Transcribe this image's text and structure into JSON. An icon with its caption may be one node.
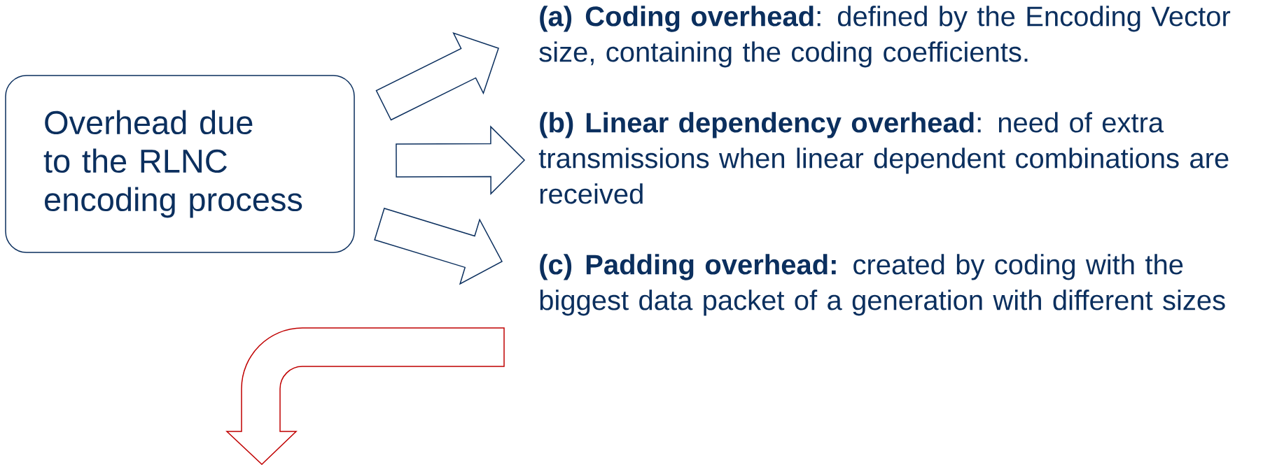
{
  "diagram": {
    "nodes": [
      {
        "text": [
          "Overhead due to the RLNC encoding process"
        ]
      },
      {
        "text": [
          "(a)",
          "**Coding overhead**: defined by the Encoding Vector size, containing the coding coefficients."
        ]
      },
      {
        "text": [
          "(b)",
          "**Linear dependency overhead**: need of extra transmissions when linear dependent combinations are received"
        ]
      },
      {
        "text": [
          "(c)",
          "**Padding overhead:** created by coding with the biggest data packet of a generation with different sizes"
        ]
      }
    ],
    "edges": [
      {
        "from": 0,
        "to": 1,
        "arrow": "to"
      },
      {
        "from": 0,
        "to": 2,
        "arrow": "to"
      },
      {
        "from": 0,
        "to": 3,
        "arrow": "to"
      }
    ]
  }
}
